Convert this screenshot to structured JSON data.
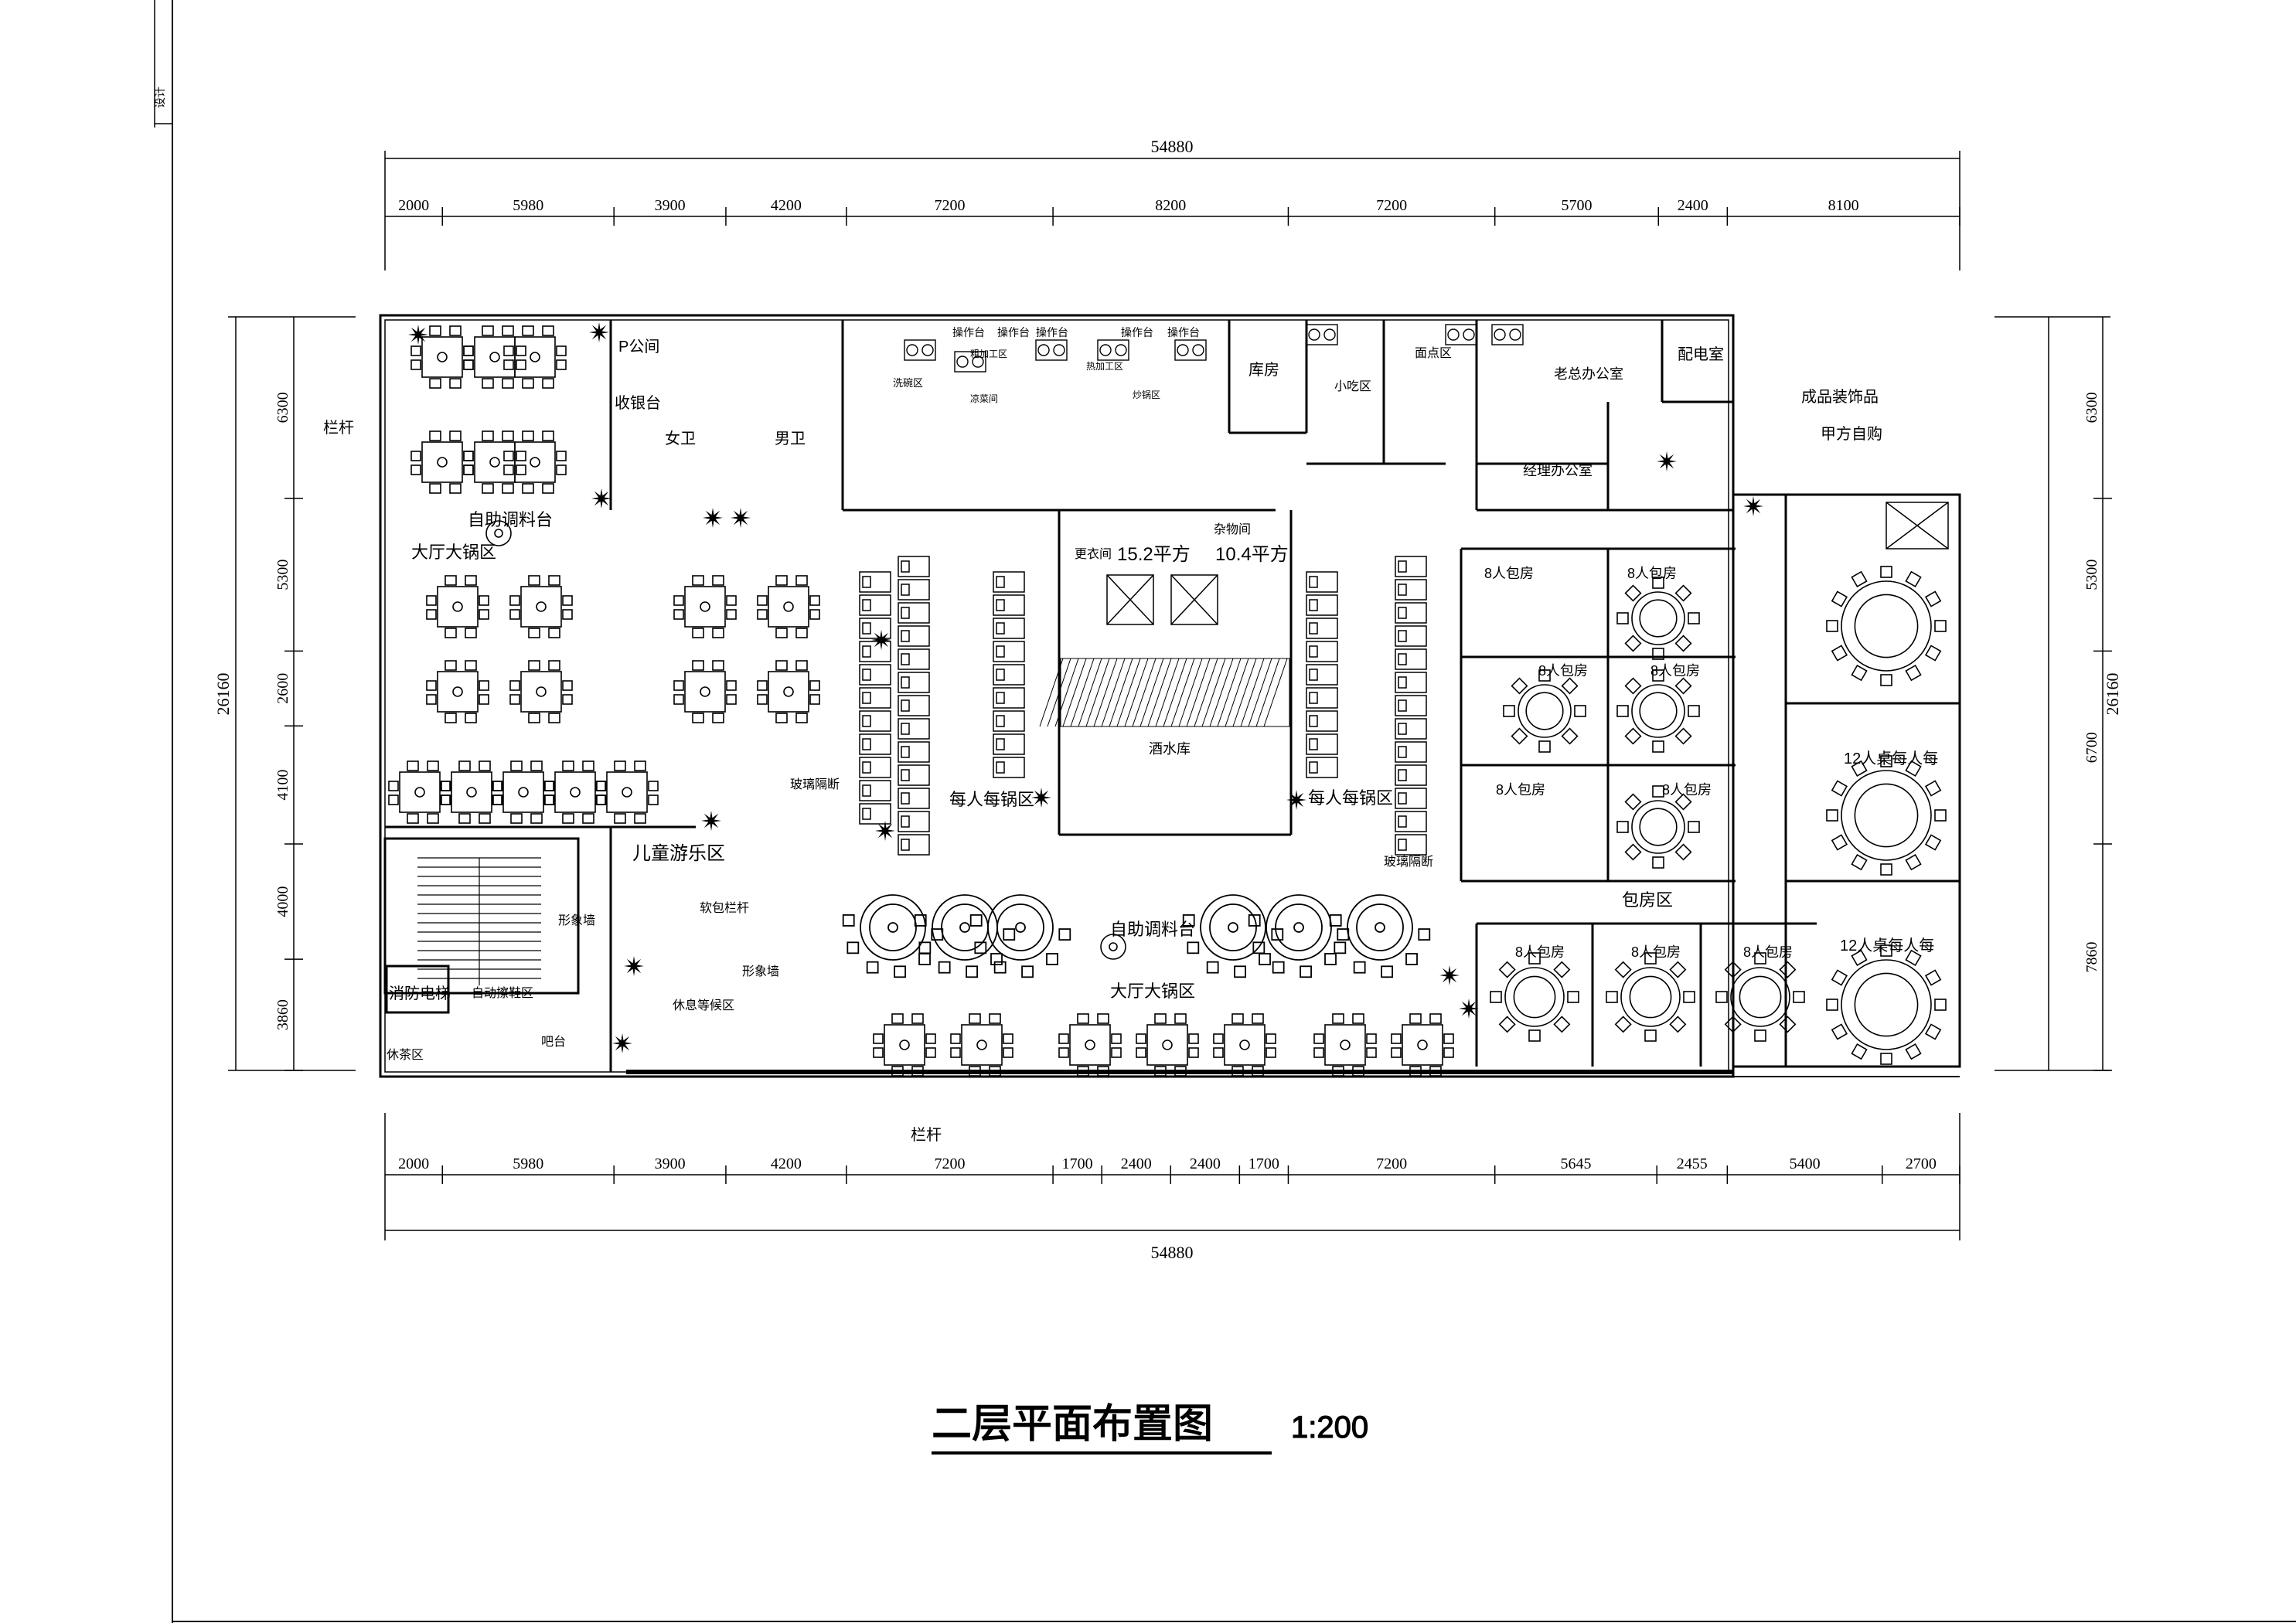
{
  "drawing": {
    "title": "二层平面布置图",
    "scale": "1:200",
    "corner_note": "设计"
  },
  "dimensions": {
    "top_total": "54880",
    "top_segments": [
      "2000",
      "5980",
      "3900",
      "4200",
      "7200",
      "8200",
      "7200",
      "5700",
      "2400",
      "8100"
    ],
    "bottom_total": "54880",
    "bottom_segments": [
      "2000",
      "5980",
      "3900",
      "4200",
      "7200",
      "1700",
      "2400",
      "2400",
      "1700",
      "7200",
      "5645",
      "2455",
      "5400",
      "2700"
    ],
    "left_total": "26160",
    "left_segments": [
      "6300",
      "5300",
      "2600",
      "4100",
      "4000",
      "3860"
    ],
    "right_total": "26160",
    "right_segments": [
      "6300",
      "5300",
      "6700",
      "7860"
    ]
  },
  "rooms": {
    "p_room": "P公间",
    "cashier": "收银台",
    "female_wc": "女卫",
    "male_wc": "男卫",
    "wash_area": "洗碗区",
    "prep": "粗加工区",
    "cold": "凉菜间",
    "hot_kitchen": "热加工区",
    "cooking": "炒锅区",
    "storage": "库房",
    "snack": "小吃区",
    "pastry": "面点区",
    "boss_office": "老总办公室",
    "power_room": "配电室",
    "decor_note": "成品装饰品",
    "decor_note2": "甲方自购",
    "manager_office": "经理办公室",
    "changing": "更衣间",
    "area_152": "15.2平方",
    "sundries": "杂物间",
    "area_104": "10.4平方",
    "wine_store": "酒水库",
    "hall_hotpot": "大厅大锅区",
    "hall_hotpot2": "大厅大锅区",
    "self_sauce": "自助调料台",
    "self_sauce2": "自助调料台",
    "per_pot_a": "每人每锅区",
    "per_pot_b": "每人每锅区",
    "glass_partition_a": "玻璃隔断",
    "glass_partition_b": "玻璃隔断",
    "kids_area": "儿童游乐区",
    "soft_rail": "软包栏杆",
    "feature_wall_a": "形象墙",
    "feature_wall_b": "形象墙",
    "fire_elevator": "消防电梯",
    "shoe_area": "自动擦鞋区",
    "rest_wait": "休息等候区",
    "bar": "吧台",
    "handrail_a": "栏杆",
    "handrail_b": "栏杆",
    "private_area": "包房区",
    "tea_area": "休茶区",
    "pr8_a": "8人包房",
    "pr8_b": "8人包房",
    "pr8_c": "8人包房",
    "pr8_d": "8人包房",
    "pr8_e": "8人包房",
    "pr8_f": "8人包房",
    "pr8_g": "8人包房",
    "pr8_h": "8人包房",
    "pr8_i": "8人包房",
    "pr12_a": "12人桌每人每",
    "pr12_b": "12人桌每人每",
    "kitchen_op1": "操作台",
    "kitchen_op2": "操作台",
    "kitchen_op3": "操作台",
    "kitchen_op4": "操作台",
    "kitchen_op5": "操作台"
  }
}
